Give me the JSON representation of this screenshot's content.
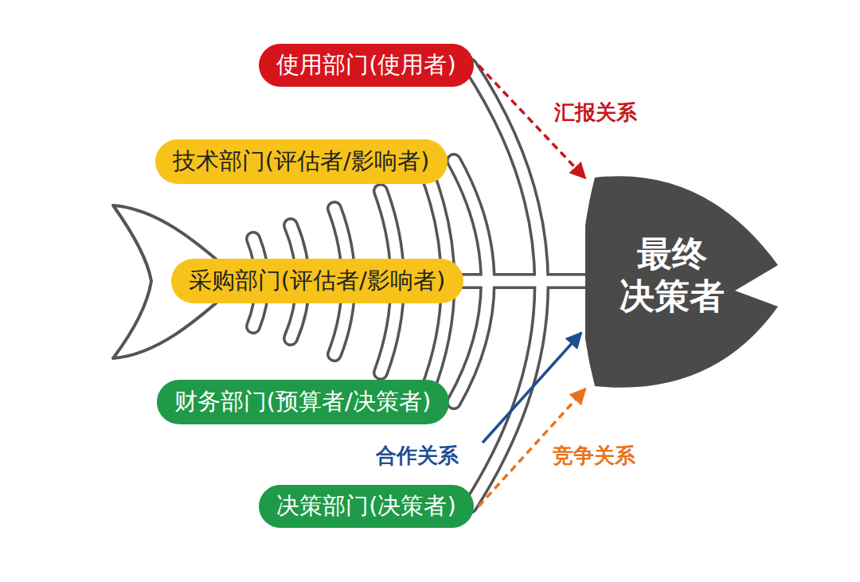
{
  "diagram": {
    "nodes": [
      {
        "text": [
          "使用部门(使用者)"
        ]
      },
      {
        "text": [
          "技术部门(评估者/影响者)"
        ]
      },
      {
        "text": [
          "采购部门(评估者/影响者)"
        ]
      },
      {
        "text": [
          "财务部门(预算者/决策者)"
        ]
      },
      {
        "text": [
          "决策部门(决策者)"
        ]
      },
      {
        "text": [
          "最终决策者"
        ]
      }
    ],
    "edges": [
      {
        "from": 0,
        "to": 5,
        "label": "汇报关系",
        "arrow": "to"
      },
      {
        "from": 4,
        "to": 5,
        "label": "竞争关系",
        "arrow": "to"
      }
    ],
    "labels": [
      "合作关系"
    ]
  }
}
